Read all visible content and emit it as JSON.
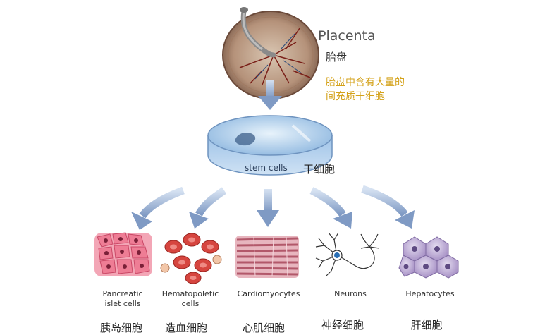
{
  "source": {
    "name_en": "Placenta",
    "name_cn": "胎盘",
    "note_line1": "胎盘中含有大量的",
    "note_line2": "间充质干细胞"
  },
  "dish": {
    "label_en": "stem cells",
    "label_cn": "干细胞"
  },
  "cell_types": [
    {
      "en_line1": "Pancreatic",
      "en_line2": "islet cells",
      "cn": "胰岛细胞"
    },
    {
      "en_line1": "Hematopoletic",
      "en_line2": "cells",
      "cn": "造血细胞"
    },
    {
      "en_line1": "Cardiomyocytes",
      "en_line2": "",
      "cn": "心肌细胞"
    },
    {
      "en_line1": "Neurons",
      "en_line2": "",
      "cn": "神经细胞"
    },
    {
      "en_line1": "Hepatocytes",
      "en_line2": "",
      "cn": "肝细胞"
    }
  ],
  "colors": {
    "arrow": "#8aa3c8",
    "note": "#d4a21a",
    "pancreatic": "#e8607a",
    "blood": "#d6453f",
    "muscle": "#c9808c",
    "neuron": "#2a6fb5",
    "liver": "#9c86b8"
  }
}
